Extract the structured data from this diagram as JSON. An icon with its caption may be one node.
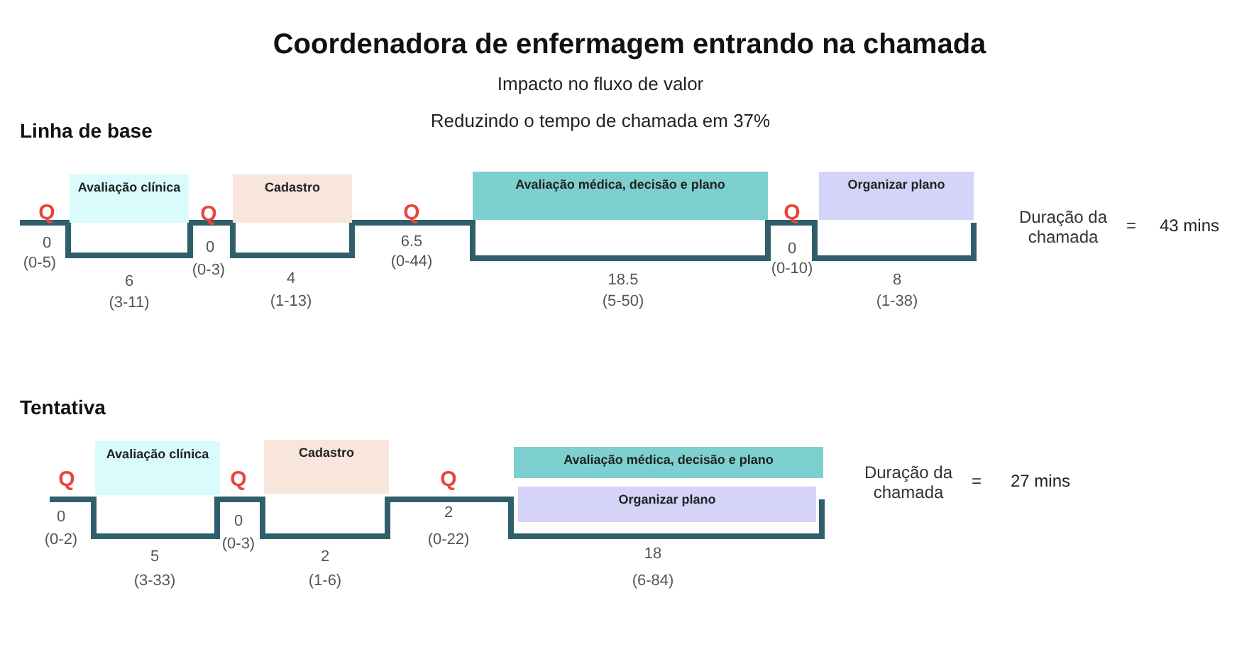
{
  "diagram": {
    "title": "Coordenadora de enfermagem entrando na chamada",
    "nodes": [
      {
        "text": [
          "Avaliação clínica"
        ]
      },
      {
        "text": [
          "Cadastro"
        ]
      },
      {
        "text": [
          "Avaliação médica, decisão e plano"
        ]
      },
      {
        "text": [
          "Organizar plano"
        ]
      },
      {
        "text": [
          "Avaliação clínica"
        ]
      },
      {
        "text": [
          "Cadastro"
        ]
      },
      {
        "text": [
          "Avaliação médica, decisão e plano"
        ]
      },
      {
        "text": [
          "Organizar plano"
        ]
      }
    ],
    "labels": [
      "Impacto no fluxo de valor",
      "Reduzindo o tempo de chamada em 37%",
      "Linha de base",
      "Q",
      "0",
      "(0-5)",
      "6",
      "(3-11)",
      "Q",
      "0",
      "(0-3)",
      "4",
      "(1-13)",
      "Q",
      "6.5",
      "(0-44)",
      "18.5",
      "(5-50)",
      "Q",
      "0",
      "(0-10)",
      "8",
      "(1-38)",
      "Duração da chamada",
      "=",
      "43 mins",
      "Tentativa",
      "Q",
      "0",
      "(0-2)",
      "5",
      "(3-33)",
      "Q",
      "0",
      "(0-3)",
      "2",
      "(1-6)",
      "Q",
      "2",
      "(0-22)",
      "18",
      "(6-84)",
      "Duração da chamada",
      "=",
      "27 mins"
    ]
  }
}
